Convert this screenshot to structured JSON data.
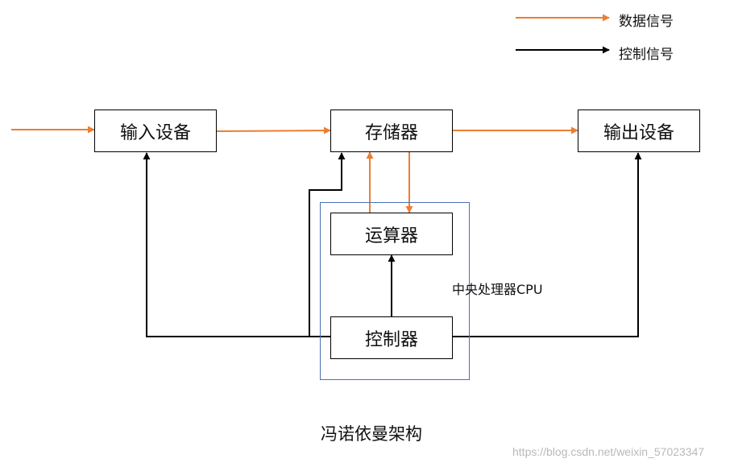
{
  "legend": {
    "data_signal": {
      "label": "数据信号",
      "color": "#ED7D31"
    },
    "control_signal": {
      "label": "控制信号",
      "color": "#000000"
    }
  },
  "nodes": {
    "input_device": "输入设备",
    "memory": "存储器",
    "output_device": "输出设备",
    "alu": "运算器",
    "controller": "控制器"
  },
  "cpu_group": {
    "label": "中央处理器CPU",
    "border_color": "#4A6FB5"
  },
  "caption": "冯诺依曼架构",
  "watermark": "https://blog.csdn.net/weixin_57023347"
}
